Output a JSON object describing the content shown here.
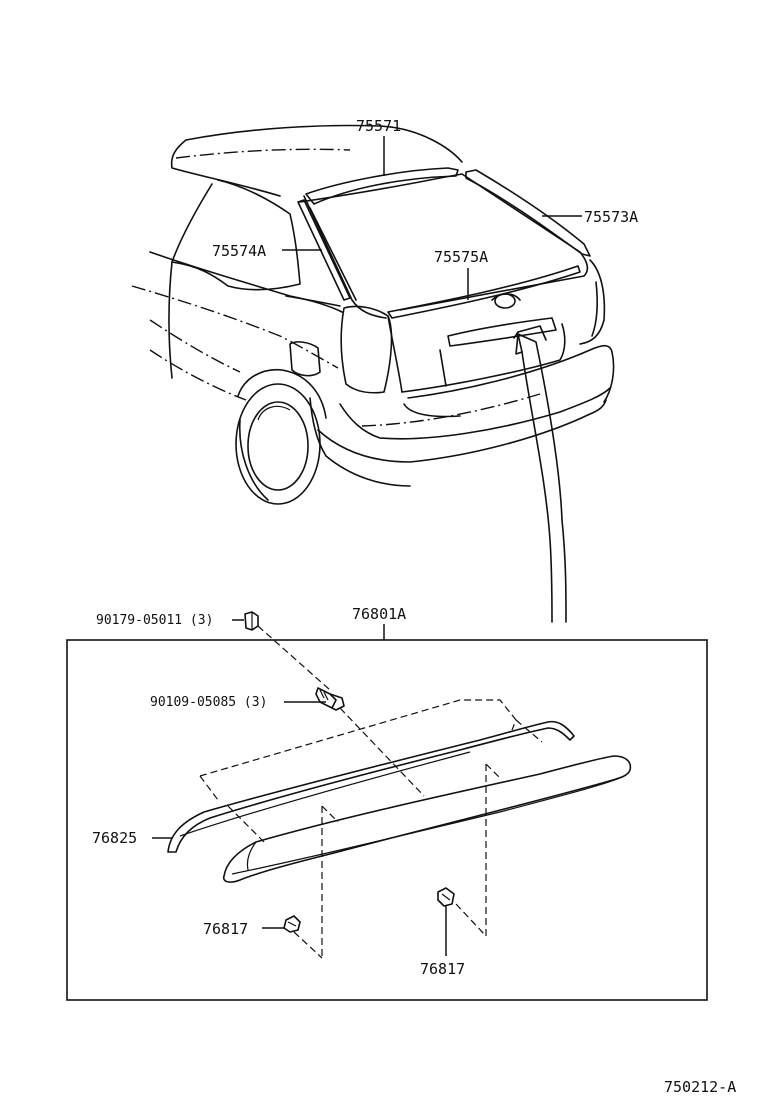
{
  "diagram": {
    "part_labels": {
      "p75571": "75571",
      "p75573A": "75573A",
      "p75574A": "75574A",
      "p75575A": "75575A",
      "p76801A": "76801A",
      "p90179": "90179-05011 (3)",
      "p90109": "90109-05085 (3)",
      "p76825": "76825",
      "p76817_left": "76817",
      "p76817_right": "76817"
    },
    "reference_code": "750212-A"
  }
}
